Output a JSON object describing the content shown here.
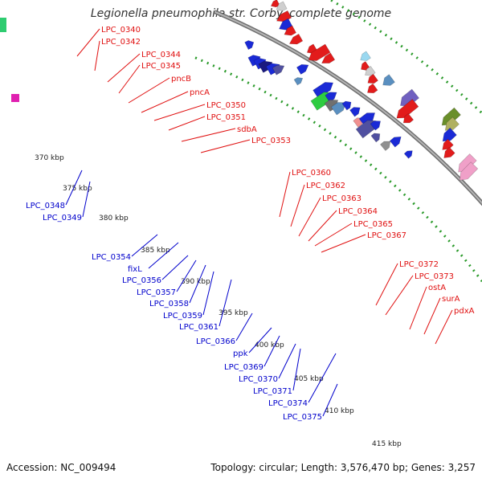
{
  "title": "Legionella pneumophila str. Corby, complete genome",
  "accession": "Accession: NC_009494",
  "topology": "Topology: circular; Length: 3,576,470 bp; Genes: 3,257",
  "colors": {
    "forward_label": "#e01010",
    "reverse_label": "#0000cc",
    "backbone": "#888888",
    "tick_dots": "#2a9a2a"
  },
  "kbp_ticks": [
    {
      "label": "370 kbp"
    },
    {
      "label": "375 kbp"
    },
    {
      "label": "380 kbp"
    },
    {
      "label": "385 kbp"
    },
    {
      "label": "390 kbp"
    },
    {
      "label": "395 kbp"
    },
    {
      "label": "400 kbp"
    },
    {
      "label": "405 kbp"
    },
    {
      "label": "410 kbp"
    },
    {
      "label": "415 kbp"
    }
  ],
  "forward_labels": [
    "LPC_0340",
    "LPC_0342",
    "LPC_0344",
    "LPC_0345",
    "pncB",
    "pncA",
    "LPC_0350",
    "LPC_0351",
    "sdbA",
    "LPC_0353",
    "LPC_0360",
    "LPC_0362",
    "LPC_0363",
    "LPC_0364",
    "LPC_0365",
    "LPC_0367",
    "LPC_0372",
    "LPC_0373",
    "ostA",
    "surA",
    "pdxA"
  ],
  "reverse_labels": [
    "LPC_0348",
    "LPC_0349",
    "LPC_0354",
    "fixL",
    "LPC_0356",
    "LPC_0357",
    "LPC_0358",
    "LPC_0359",
    "LPC_0361",
    "LPC_0366",
    "ppk",
    "LPC_0369",
    "LPC_0370",
    "LPC_0371",
    "LPC_0374",
    "LPC_0375"
  ]
}
